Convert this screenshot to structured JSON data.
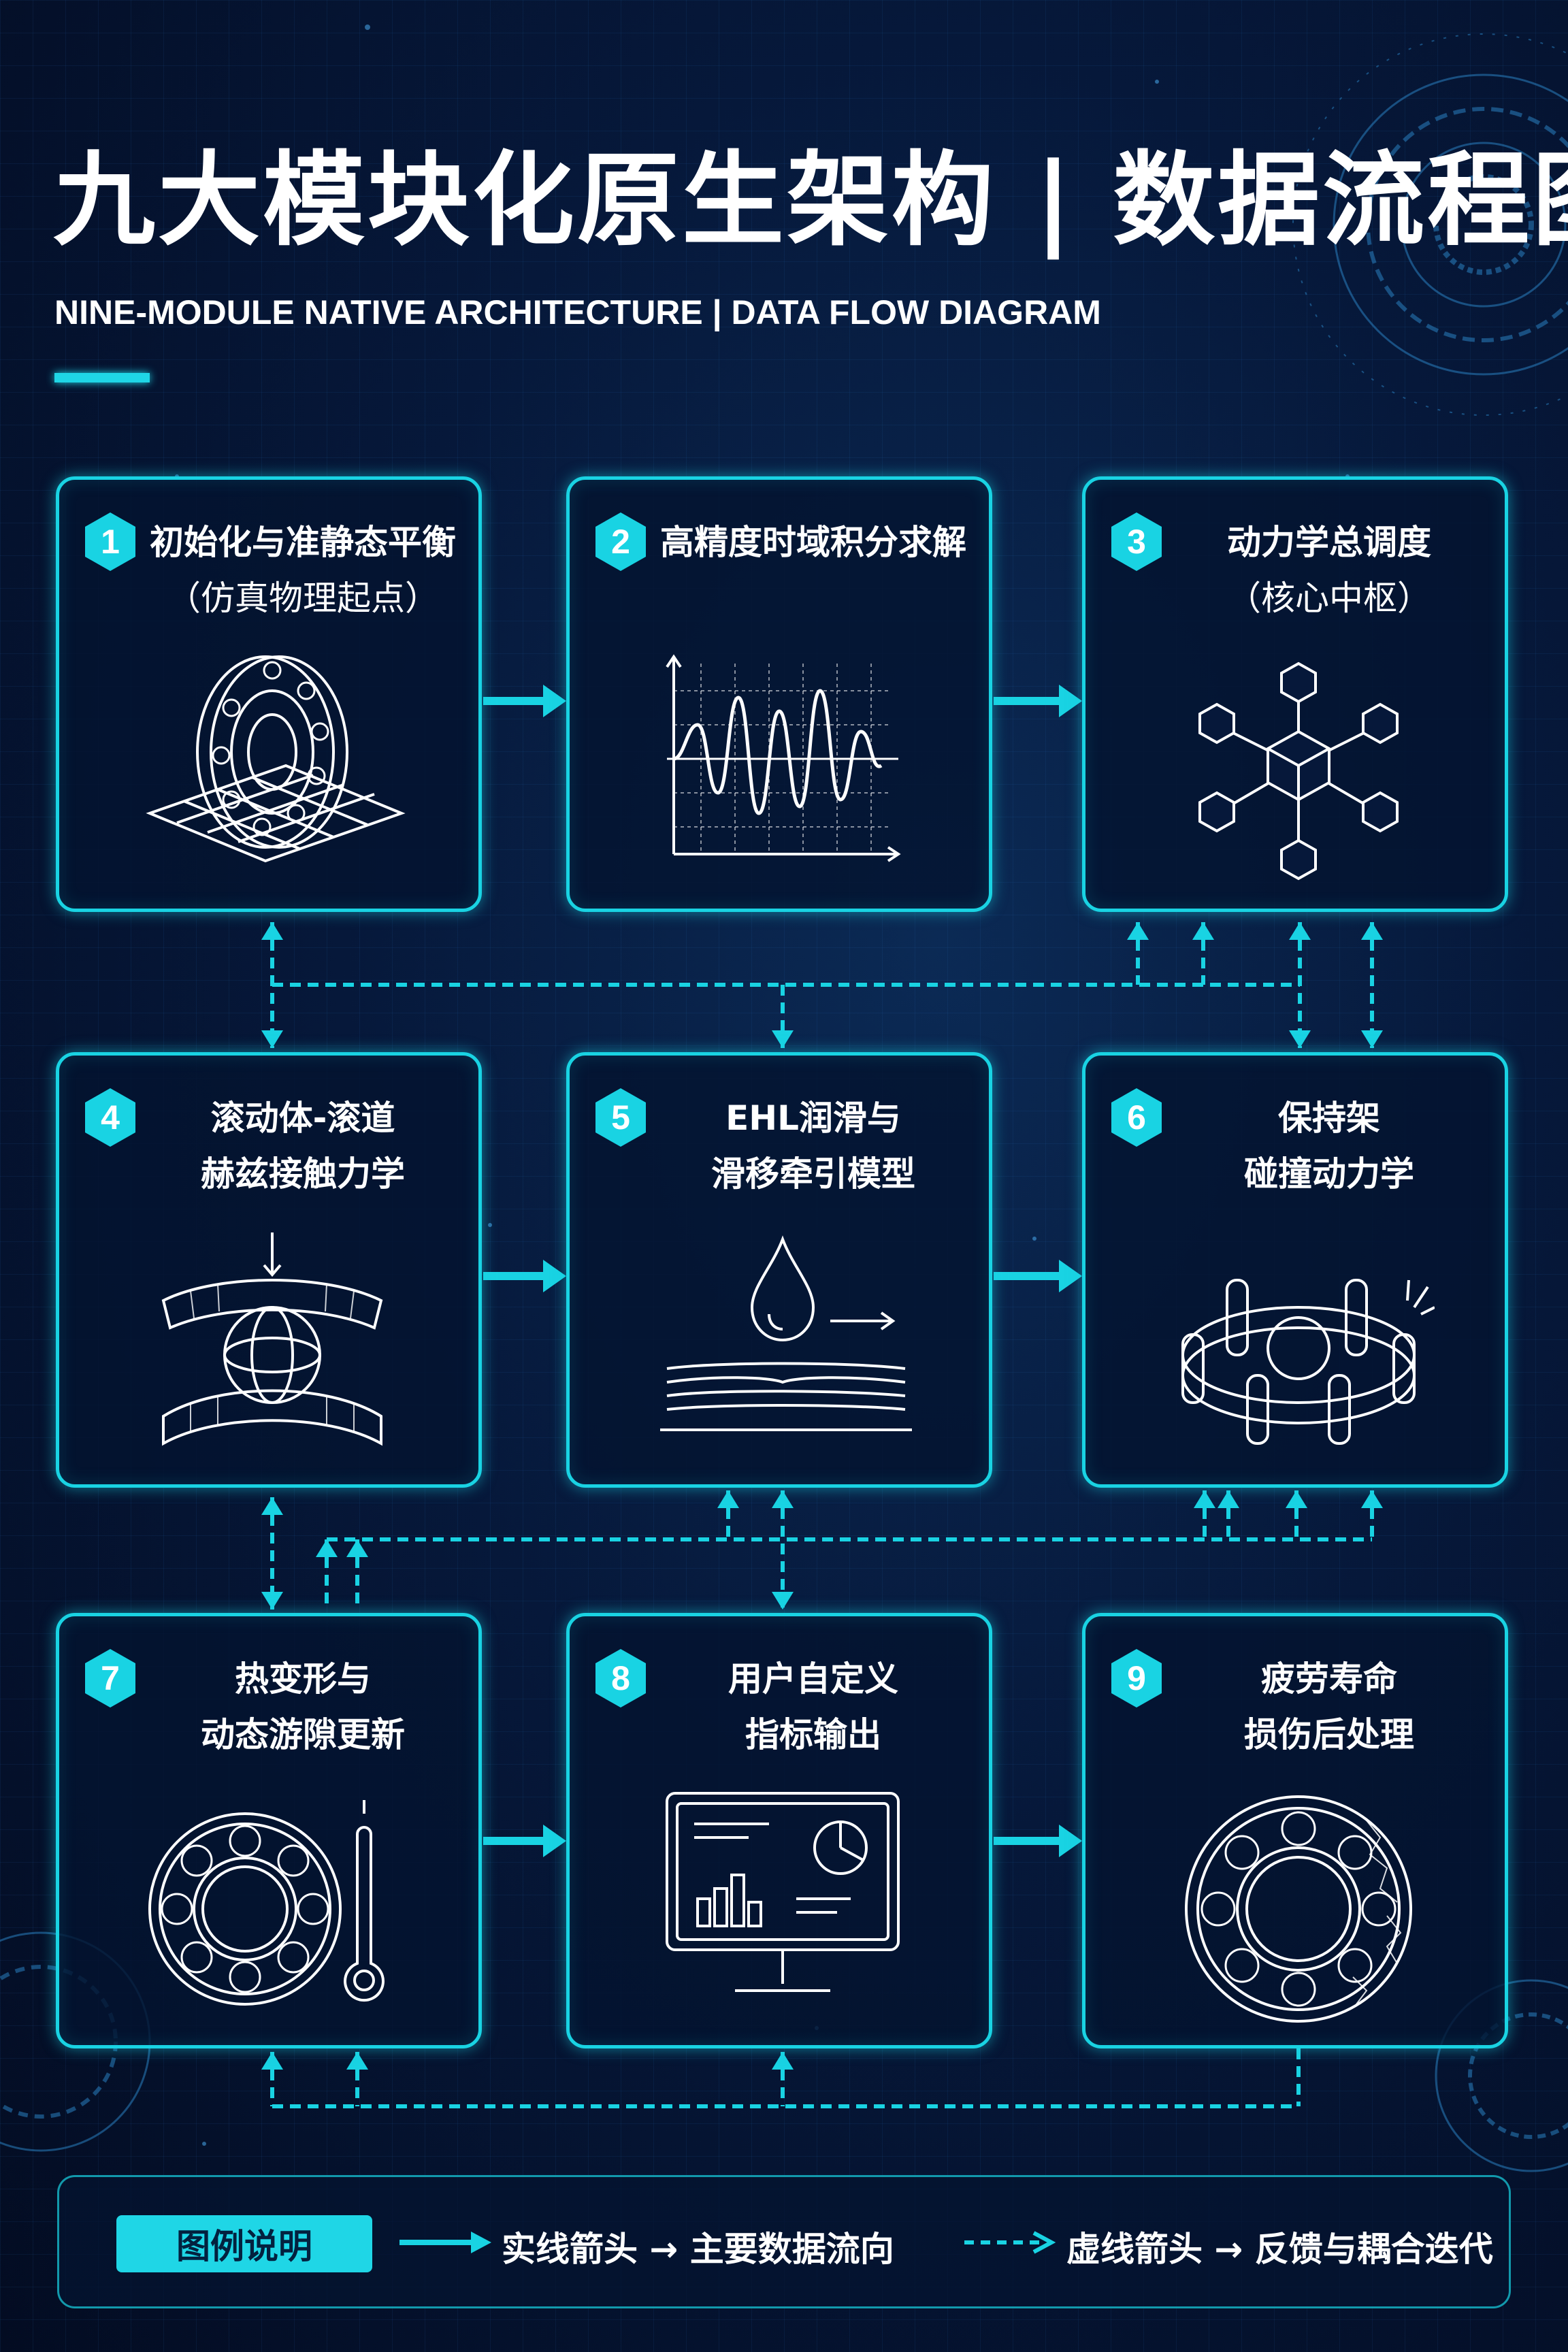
{
  "header": {
    "title": "九大模块化原生架构 | 数据流程图",
    "subtitle": "NINE-MODULE NATIVE ARCHITECTURE | DATA FLOW DIAGRAM"
  },
  "colors": {
    "accent": "#19d3e3",
    "background": "#06183a",
    "text": "#ffffff"
  },
  "modules": [
    {
      "num": "1",
      "title": "初始化与准静态平衡",
      "sub": "（仿真物理起点）",
      "icon": "bearing-on-grid-icon"
    },
    {
      "num": "2",
      "title": "高精度时域积分求解",
      "sub": "",
      "icon": "waveform-chart-icon"
    },
    {
      "num": "3",
      "title": "动力学总调度",
      "sub": "（核心中枢）",
      "icon": "cube-network-icon"
    },
    {
      "num": "4",
      "title": "滚动体-滚道",
      "sub": "赫兹接触力学",
      "icon": "ball-raceway-contact-icon"
    },
    {
      "num": "5",
      "title": "EHL润滑与",
      "sub": "滑移牵引模型",
      "icon": "oil-drop-film-icon"
    },
    {
      "num": "6",
      "title": "保持架",
      "sub": "碰撞动力学",
      "icon": "cage-collision-icon"
    },
    {
      "num": "7",
      "title": "热变形与",
      "sub": "动态游隙更新",
      "icon": "bearing-thermometer-icon"
    },
    {
      "num": "8",
      "title": "用户自定义",
      "sub": "指标输出",
      "icon": "monitor-dashboard-icon"
    },
    {
      "num": "9",
      "title": "疲劳寿命",
      "sub": "损伤后处理",
      "icon": "damaged-bearing-icon"
    }
  ],
  "legend": {
    "tag": "图例说明",
    "solid_text": "实线箭头 → 主要数据流向",
    "dashed_text": "虚线箭头 → 反馈与耦合迭代"
  }
}
